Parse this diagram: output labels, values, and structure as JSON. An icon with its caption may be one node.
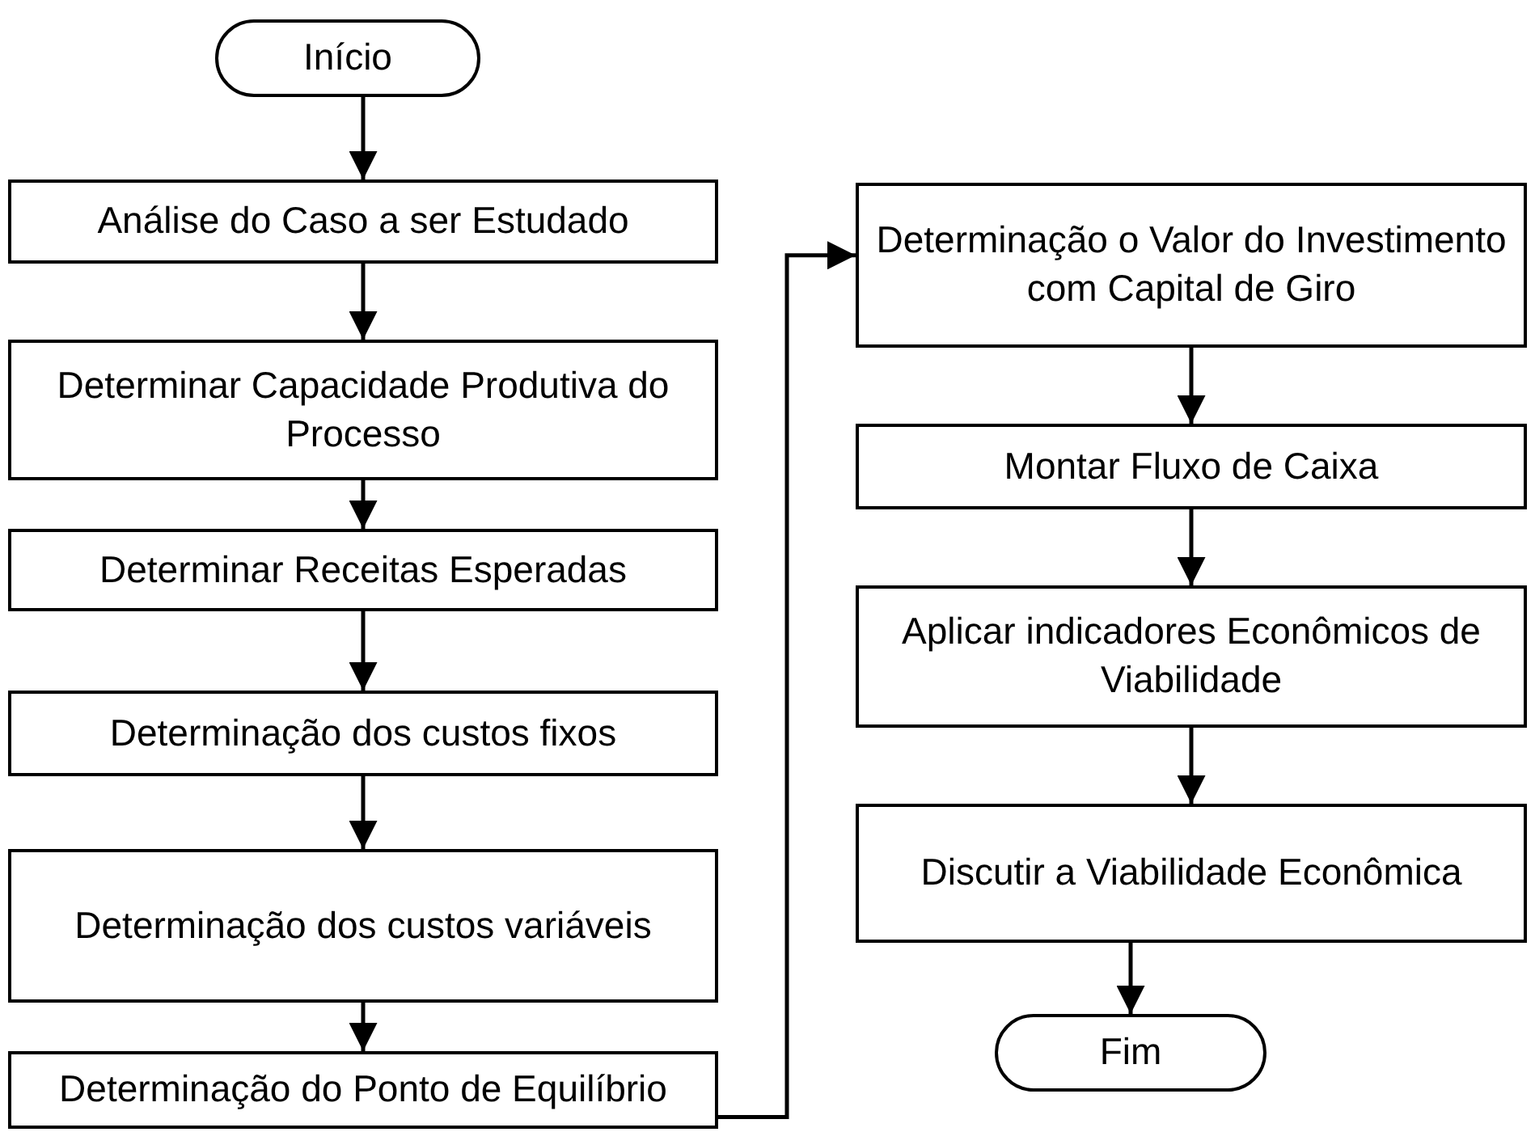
{
  "diagram": {
    "nodes": [
      {
        "text": [
          "Início"
        ]
      },
      {
        "text": [
          "Análise do Caso a ser Estudado"
        ]
      },
      {
        "text": [
          "Determinar Capacidade Produtiva do Processo"
        ]
      },
      {
        "text": [
          "Determinar Receitas Esperadas"
        ]
      },
      {
        "text": [
          "Determinação dos custos fixos"
        ]
      },
      {
        "text": [
          "Determinação dos custos variáveis"
        ]
      },
      {
        "text": [
          "Determinação do Ponto de Equilíbrio"
        ]
      },
      {
        "text": [
          "Determinação o Valor do Investimento com Capital de Giro"
        ]
      },
      {
        "text": [
          "Montar Fluxo de Caixa"
        ]
      },
      {
        "text": [
          "Aplicar indicadores Econômicos de Viabilidade"
        ]
      },
      {
        "text": [
          "Discutir a Viabilidade Econômica"
        ]
      },
      {
        "text": [
          "Fim"
        ]
      }
    ],
    "edges": [
      {
        "from": 0,
        "to": 1,
        "arrow": "to"
      },
      {
        "from": 1,
        "to": 2,
        "arrow": "to"
      },
      {
        "from": 2,
        "to": 3,
        "arrow": "to"
      },
      {
        "from": 3,
        "to": 4,
        "arrow": "to"
      },
      {
        "from": 4,
        "to": 5,
        "arrow": "to"
      },
      {
        "from": 5,
        "to": 6,
        "arrow": "to"
      },
      {
        "from": 6,
        "to": 7,
        "arrow": "to"
      },
      {
        "from": 7,
        "to": 8,
        "arrow": "to"
      },
      {
        "from": 8,
        "to": 9,
        "arrow": "to"
      },
      {
        "from": 9,
        "to": 10,
        "arrow": "to"
      },
      {
        "from": 10,
        "to": 11,
        "arrow": "to"
      }
    ]
  }
}
